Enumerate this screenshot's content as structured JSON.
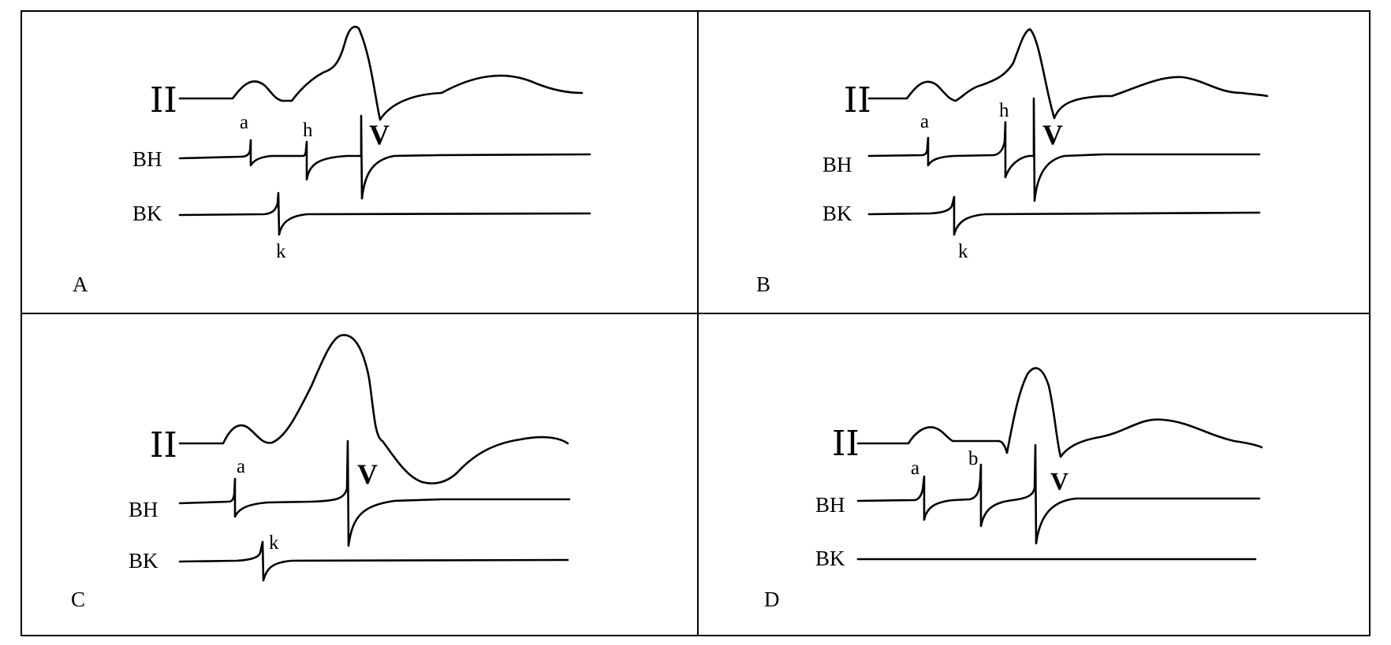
{
  "panels": [
    {
      "id": "A",
      "label": "A",
      "leads": {
        "II": "II",
        "BH": "BH",
        "BK": "BK"
      },
      "marks": {
        "a": "a",
        "h": "h",
        "V": "V",
        "k": "k"
      }
    },
    {
      "id": "B",
      "label": "B",
      "leads": {
        "II": "II",
        "BH": "BH",
        "BK": "BK"
      },
      "marks": {
        "a": "a",
        "h": "h",
        "V": "V",
        "k": "k"
      }
    },
    {
      "id": "C",
      "label": "C",
      "leads": {
        "II": "II",
        "BH": "BH",
        "BK": "BK"
      },
      "marks": {
        "a": "a",
        "V": "V",
        "k": "k"
      }
    },
    {
      "id": "D",
      "label": "D",
      "leads": {
        "II": "II",
        "BH": "BH",
        "BK": "BK"
      },
      "marks": {
        "a": "a",
        "b": "b",
        "V": "V"
      }
    }
  ]
}
